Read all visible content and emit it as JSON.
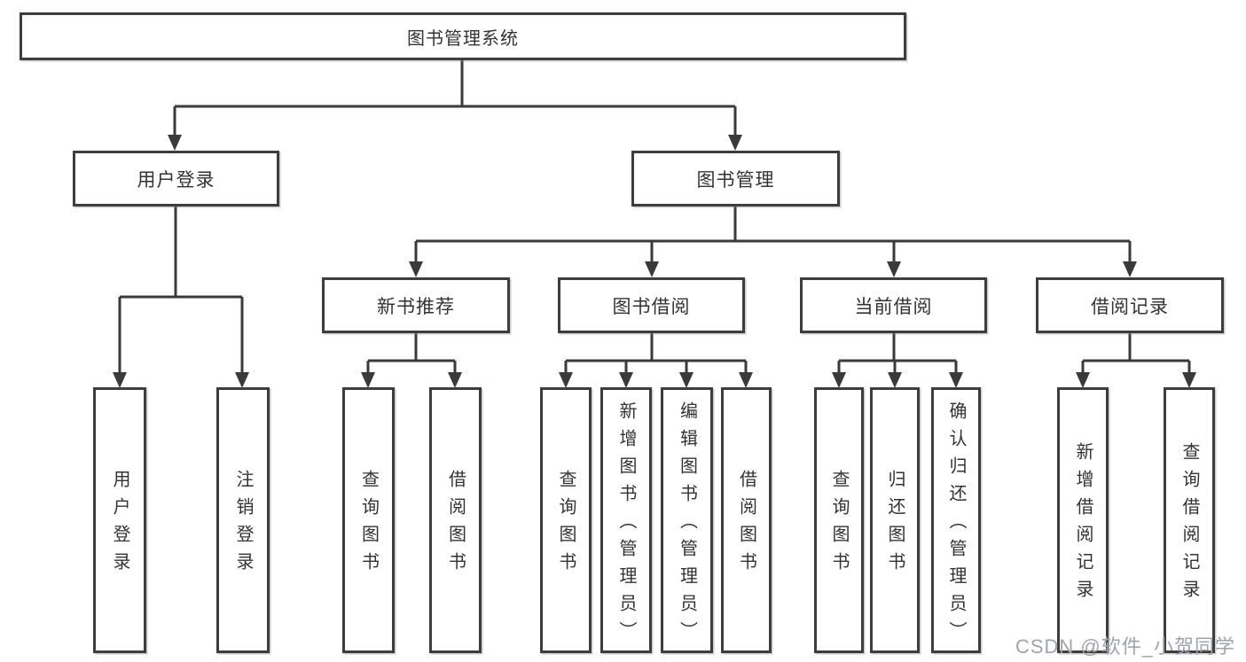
{
  "nodes": {
    "root": {
      "label": "图书管理系统"
    },
    "level2": [
      {
        "label": "用户登录",
        "parent": "图书管理系统"
      },
      {
        "label": "图书管理",
        "parent": "图书管理系统"
      }
    ],
    "level3": [
      {
        "label": "新书推荐",
        "parent": "图书管理"
      },
      {
        "label": "图书借阅",
        "parent": "图书管理"
      },
      {
        "label": "当前借阅",
        "parent": "图书管理"
      },
      {
        "label": "借阅记录",
        "parent": "图书管理"
      }
    ],
    "leaves": [
      {
        "label": "用户登录",
        "parent": "用户登录"
      },
      {
        "label": "注销登录",
        "parent": "用户登录"
      },
      {
        "label": "查询图书",
        "parent": "新书推荐"
      },
      {
        "label": "借阅图书",
        "parent": "新书推荐"
      },
      {
        "label": "查询图书",
        "parent": "图书借阅"
      },
      {
        "label": "新增图书（管理员）",
        "parent": "图书借阅"
      },
      {
        "label": "编辑图书（管理员）",
        "parent": "图书借阅"
      },
      {
        "label": "借阅图书",
        "parent": "图书借阅"
      },
      {
        "label": "查询图书",
        "parent": "当前借阅"
      },
      {
        "label": "归还图书",
        "parent": "当前借阅"
      },
      {
        "label": "确认归还（管理员）",
        "parent": "当前借阅"
      },
      {
        "label": "新增借阅记录",
        "parent": "借阅记录"
      },
      {
        "label": "查询借阅记录",
        "parent": "借阅记录"
      }
    ]
  },
  "watermark": {
    "text": "CSDN @软件_小贺同学"
  },
  "colors": {
    "line": "#3a3a3a",
    "box_border": "#3d3d3d",
    "text": "#333333",
    "background": "#ffffff",
    "watermark": "#a0a3ae"
  }
}
